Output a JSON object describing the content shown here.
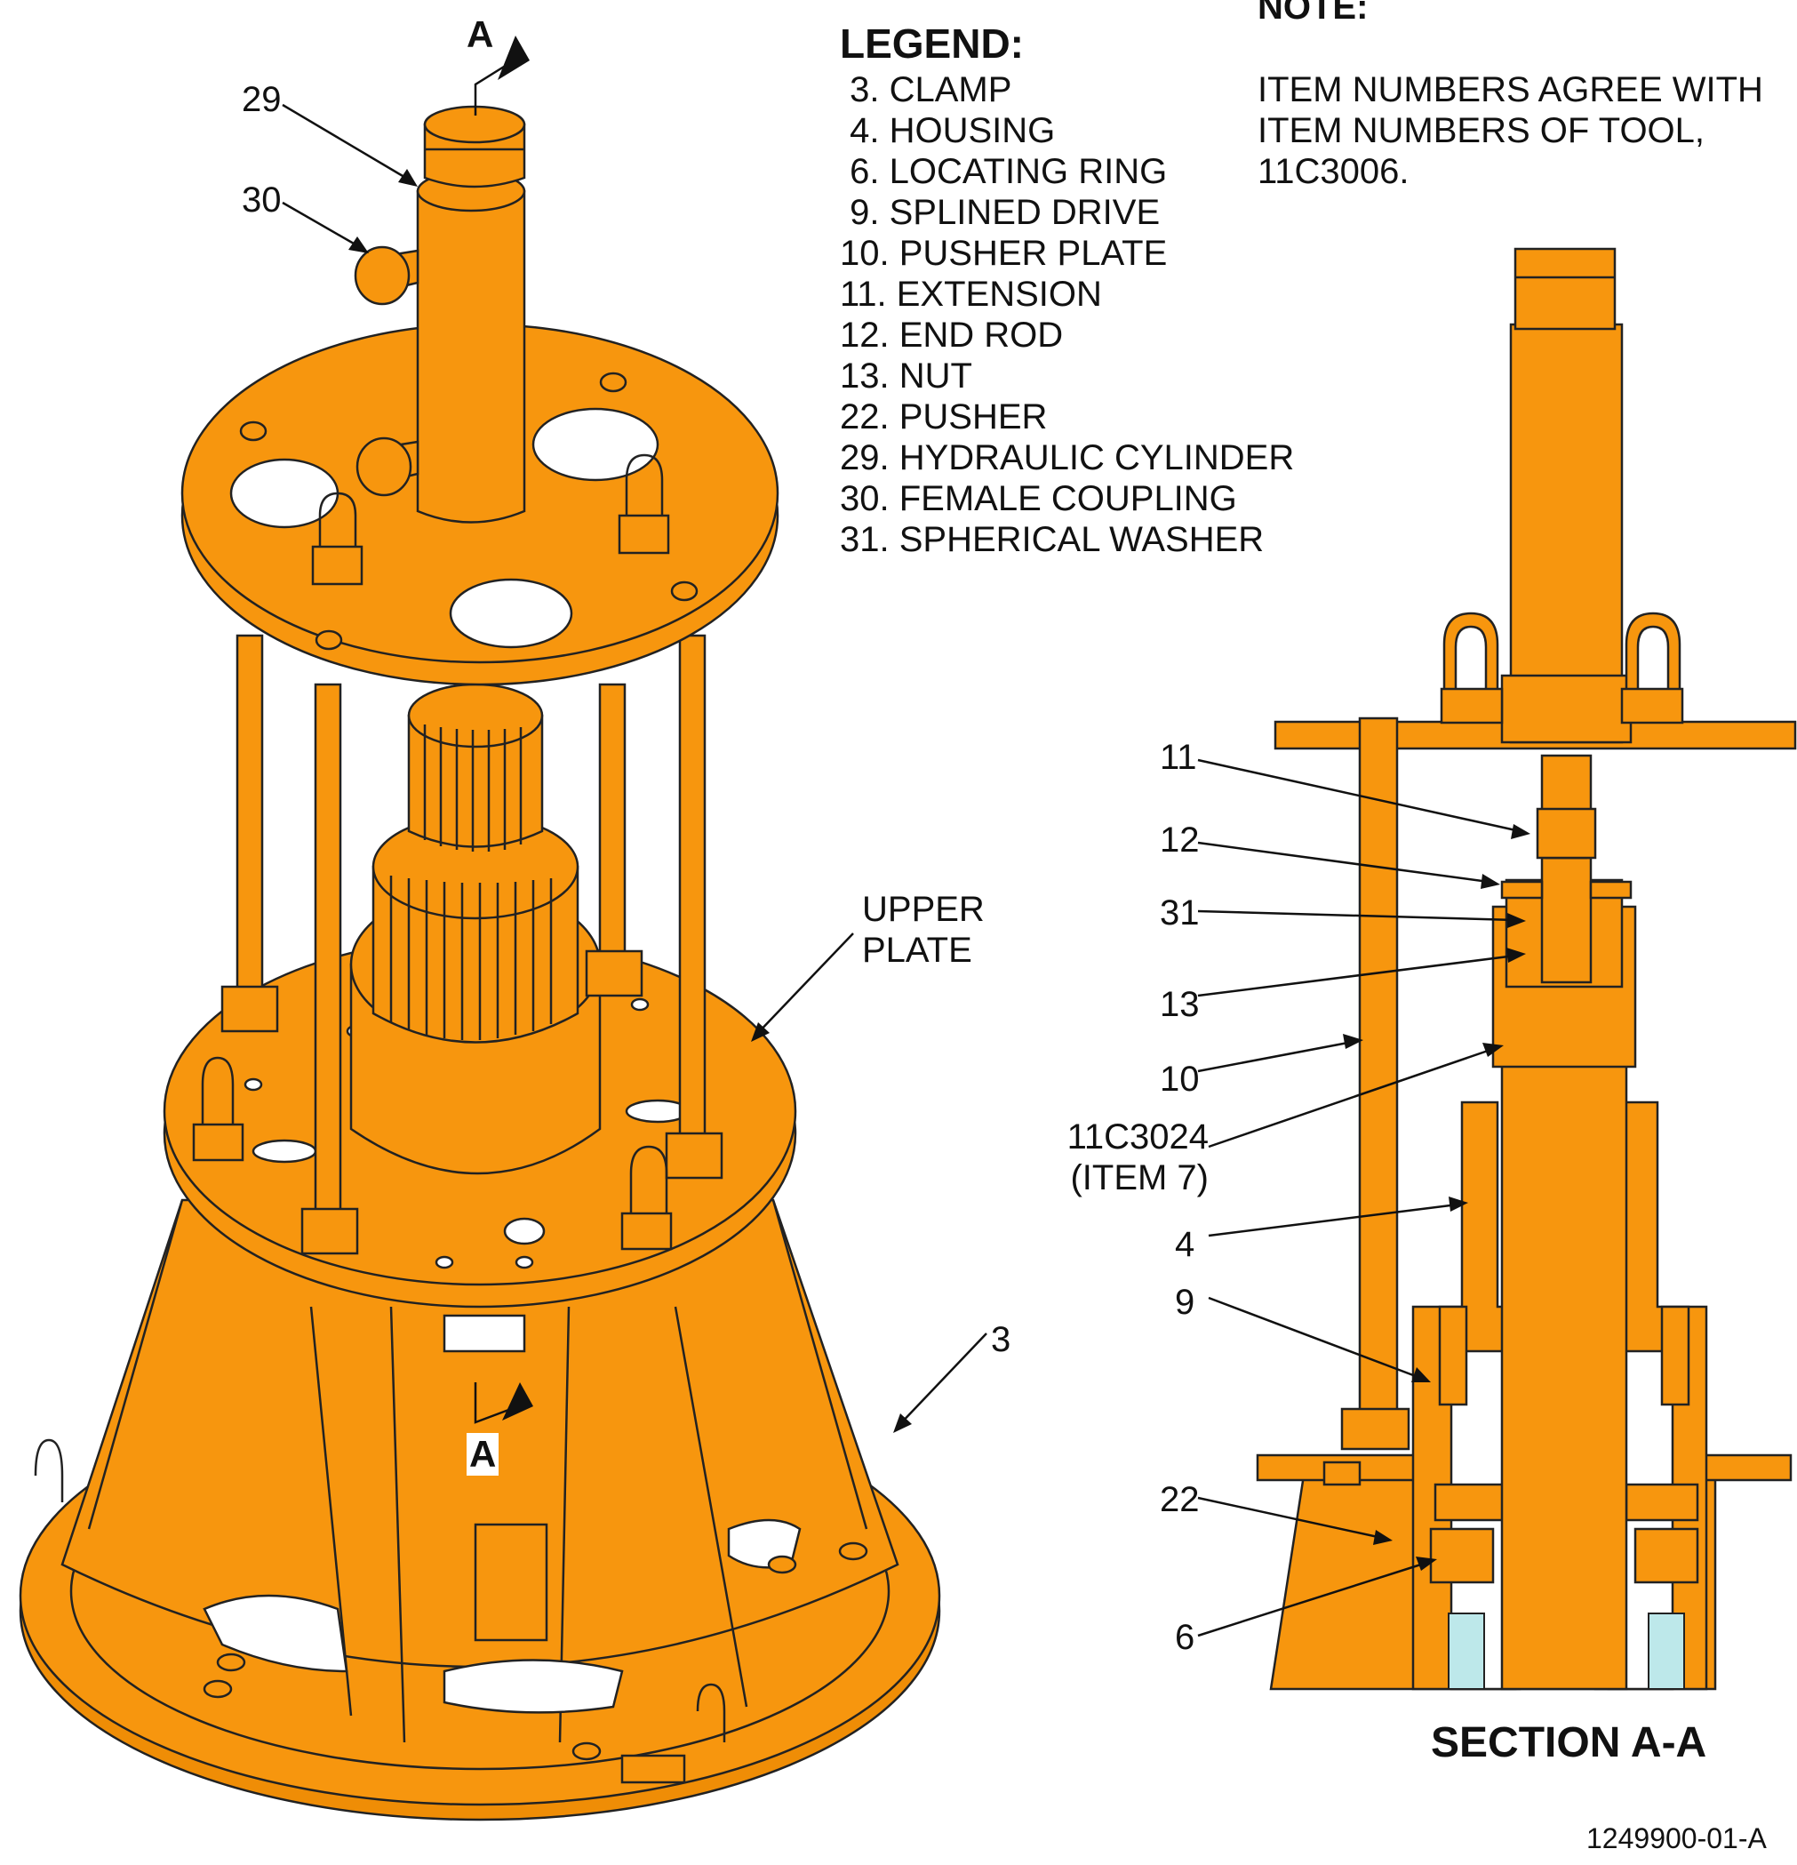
{
  "legend": {
    "title": "LEGEND:",
    "items": [
      " 3. CLAMP",
      " 4. HOUSING",
      " 6. LOCATING RING",
      " 9. SPLINED DRIVE",
      "10. PUSHER PLATE",
      "11. EXTENSION",
      "12. END ROD",
      "13. NUT",
      "22. PUSHER",
      "29. HYDRAULIC CYLINDER",
      "30. FEMALE COUPLING",
      "31. SPHERICAL WASHER"
    ]
  },
  "note": {
    "title": "NOTE:",
    "text": "ITEM NUMBERS AGREE WITH ITEM NUMBERS OF TOOL, 11C3006."
  },
  "callouts": {
    "c29": "29",
    "c30": "30",
    "c3": "3",
    "upper_plate": "UPPER PLATE",
    "c11": "11",
    "c12": "12",
    "c31": "31",
    "c13": "13",
    "c10": "10",
    "item7": "11C3024 (ITEM 7)",
    "c4": "4",
    "c9": "9",
    "c22": "22",
    "c6": "6"
  },
  "section_marks": {
    "top": "A",
    "bottom": "A"
  },
  "section_title": "SECTION A-A",
  "drawing_id": "1249900-01-A",
  "colors": {
    "part_fill": "#f7960e",
    "section_cut": "#ffffff",
    "highlight": "#bde8ea"
  }
}
